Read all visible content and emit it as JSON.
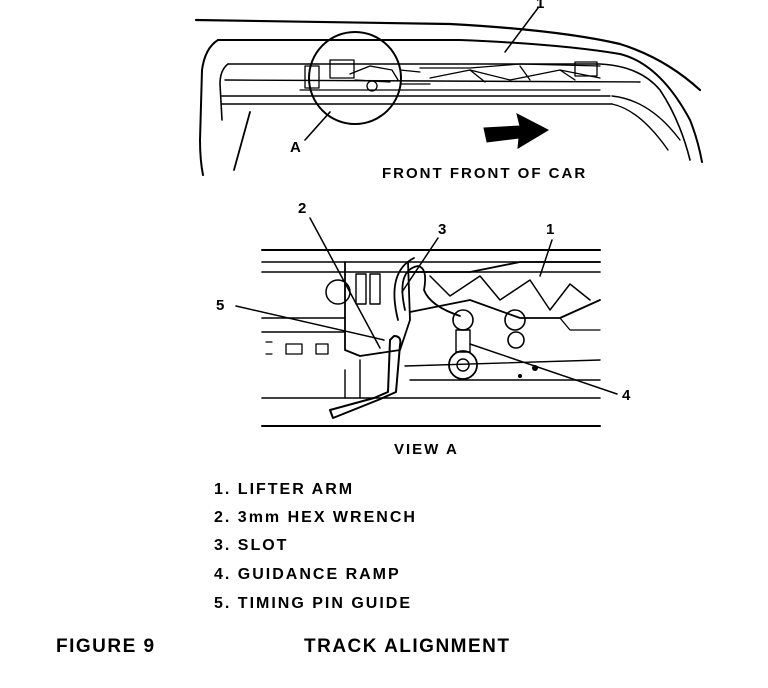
{
  "overview": {
    "callout_top": "1",
    "detail_label": "A",
    "direction_label": "FRONT FRONT OF CAR"
  },
  "view_a": {
    "callouts": [
      "2",
      "3",
      "1",
      "5",
      "4"
    ],
    "title": "VIEW A"
  },
  "legend": [
    "1. LIFTER ARM",
    "2. 3mm HEX WRENCH",
    "3. SLOT",
    "4. GUIDANCE RAMP",
    "5. TIMING PIN GUIDE"
  ],
  "caption": {
    "figure": "FIGURE 9",
    "title": "TRACK ALIGNMENT"
  }
}
